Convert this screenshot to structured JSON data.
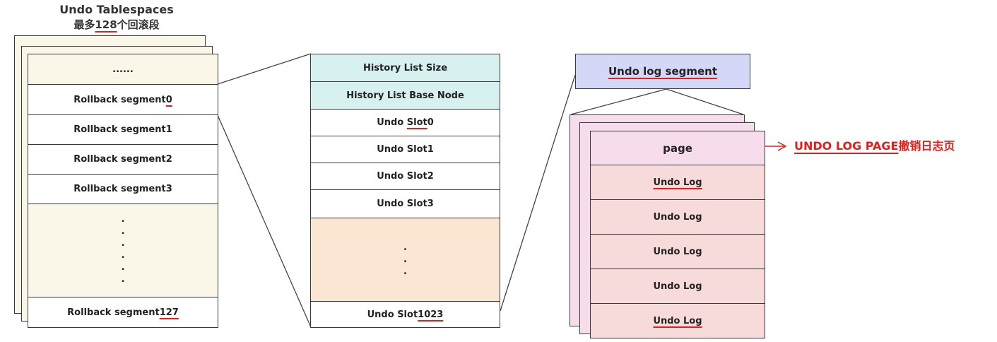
{
  "tablespaces": {
    "title": "Undo Tablespaces",
    "subtitle_prefix": "最多",
    "subtitle_number": "128",
    "subtitle_suffix": "个回滚段",
    "top_ellipsis": "......",
    "segments": [
      {
        "prefix": "Rollback segment",
        "num": "0"
      },
      {
        "prefix": "Rollback segment",
        "num": "1"
      },
      {
        "prefix": "Rollback segment",
        "num": "2"
      },
      {
        "prefix": "Rollback segment",
        "num": "3"
      }
    ],
    "last_segment": {
      "prefix": "Rollback segment",
      "num": "127"
    },
    "colors": {
      "fill": "#fbf7e8",
      "cell": "#ffffff",
      "border": "#3a3a3a"
    }
  },
  "rollback_segment": {
    "header_rows": [
      "History List Size",
      "History List Base Node"
    ],
    "slots": [
      {
        "prefix": "Undo ",
        "word": "Slot",
        "num": "0"
      },
      {
        "prefix": "Undo ",
        "word": "Slot",
        "num": "1"
      },
      {
        "prefix": "Undo ",
        "word": "Slot",
        "num": "2"
      },
      {
        "prefix": "Undo ",
        "word": "Slot",
        "num": "3"
      }
    ],
    "last_slot": {
      "prefix": "Undo Slot",
      "num": "1023"
    },
    "colors": {
      "header": "#d6f1f0",
      "filler": "#fbe5d3"
    }
  },
  "undo_segment": {
    "title": "Undo log segment",
    "page_label": "page",
    "logs": [
      "Undo Log",
      "Undo Log",
      "Undo Log",
      "Undo Log",
      "Undo Log"
    ],
    "colors": {
      "title_bg": "#d5d7f7",
      "page_bg": "#f7dcec",
      "log_bg": "#f7dada"
    }
  },
  "annotation": {
    "label_en": "UNDO LOG PAGE",
    "label_zh": "撤销日志页",
    "color": "#e0201a"
  }
}
